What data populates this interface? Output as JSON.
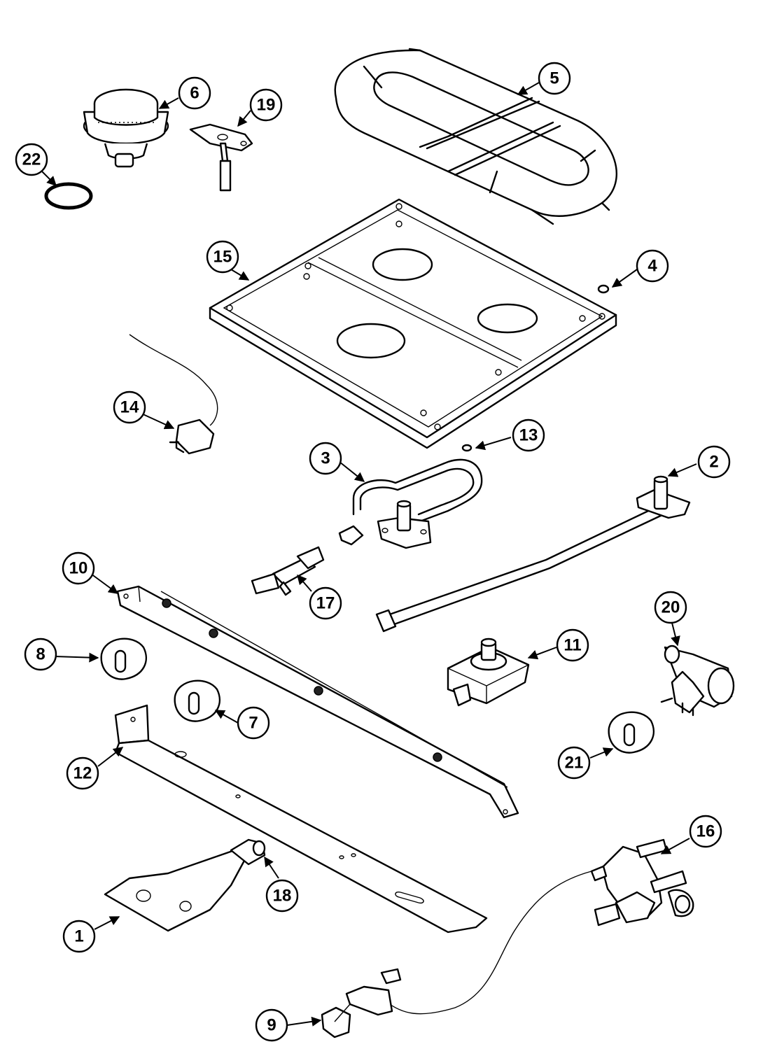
{
  "callouts": {
    "p1": "1",
    "p2": "2",
    "p3": "3",
    "p4": "4",
    "p5": "5",
    "p6": "6",
    "p7": "7",
    "p8": "8",
    "p9": "9",
    "p10": "10",
    "p11": "11",
    "p12": "12",
    "p13": "13",
    "p14": "14",
    "p15": "15",
    "p16": "16",
    "p17": "17",
    "p18": "18",
    "p19": "19",
    "p20": "20",
    "p21": "21",
    "p22": "22"
  }
}
